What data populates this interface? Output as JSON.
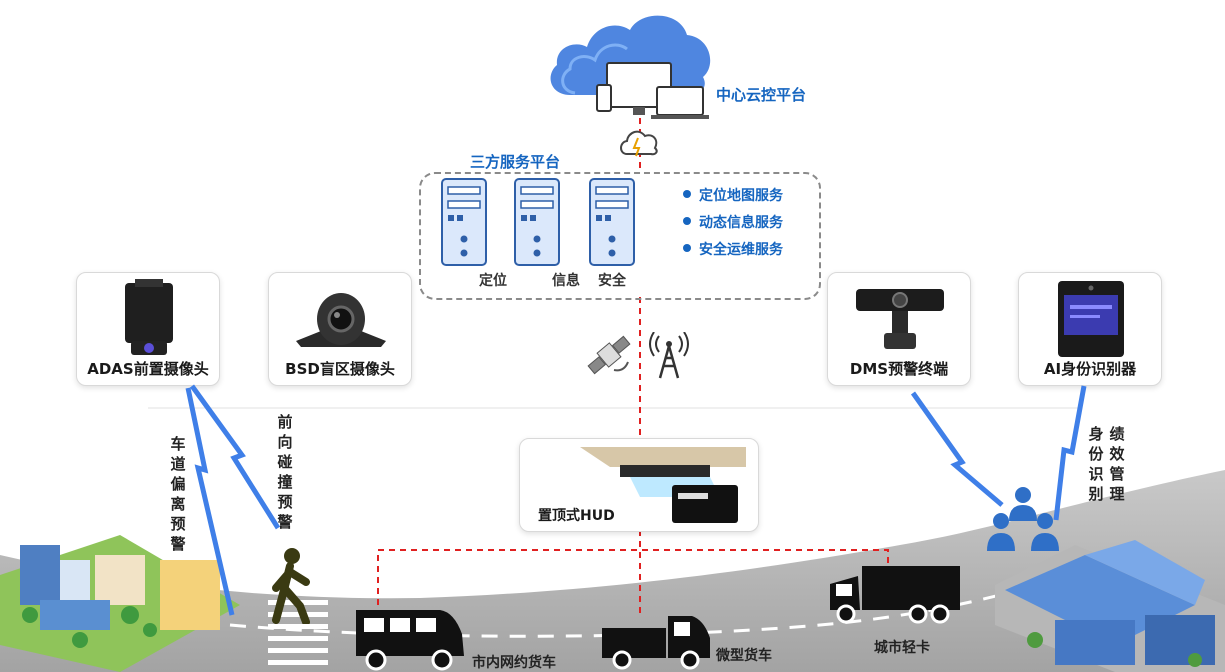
{
  "cloud": {
    "label": "中心云控平台"
  },
  "service_platform": {
    "title": "三方服务平台",
    "servers": [
      "定位",
      "信息",
      "安全"
    ],
    "services": [
      "定位地图服务",
      "动态信息服务",
      "安全运维服务"
    ]
  },
  "devices": {
    "adas": "ADAS前置摄像头",
    "bsd": "BSD盲区摄像头",
    "dms": "DMS预警终端",
    "ai_id": "AI身份识别器",
    "hud": "置顶式HUD"
  },
  "alerts": {
    "lane_departure": "车道偏离预警",
    "forward_collision": "前向碰撞预警",
    "identity_col1": "身份识别",
    "identity_col2": "绩效管理"
  },
  "vehicles": {
    "ride_hailing_truck": "市内网约货车",
    "mini_truck": "微型货车",
    "light_truck": "城市轻卡"
  },
  "colors": {
    "accent_blue": "#1565c0",
    "link_red": "#e02020",
    "signal_blue": "#3f7fe8"
  }
}
